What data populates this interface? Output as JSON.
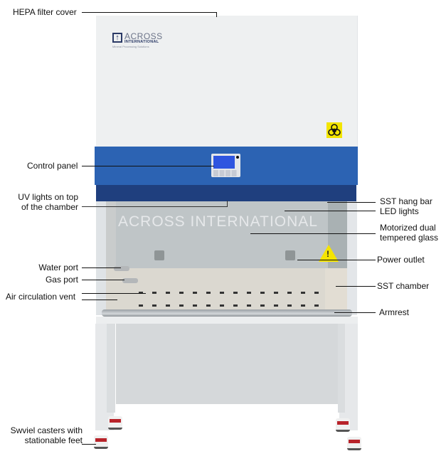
{
  "figure": {
    "type": "labeled product diagram",
    "subject": "Biological safety cabinet",
    "brand_logo": {
      "word": "ACROSS",
      "sub": "INTERNATIONAL",
      "tagline": "Mineral Processing Solutions"
    },
    "glass_watermark": "ACROSS INTERNATIONAL",
    "colors": {
      "hepa_cover": "#eef0f1",
      "blue_panel": "#2c63b3",
      "blue_panel_dark": "#1f3f7e",
      "control_screen": "#2f55e0",
      "biohazard_sticker": "#f3e500",
      "warning_sticker": "#f5e400",
      "caster_accent": "#b8232a",
      "leader_line": "#111111"
    }
  },
  "labels": {
    "left": [
      {
        "id": "hepa",
        "text": "HEPA filter cover"
      },
      {
        "id": "control",
        "text": "Control panel"
      },
      {
        "id": "uv",
        "text": "UV lights on top\nof the chamber"
      },
      {
        "id": "water",
        "text": "Water port"
      },
      {
        "id": "gas",
        "text": "Gas port"
      },
      {
        "id": "air",
        "text": "Air circulation vent"
      },
      {
        "id": "casters",
        "text": "Swviel casters with\nstationable feet"
      }
    ],
    "right": [
      {
        "id": "hangbar",
        "text": "SST hang bar"
      },
      {
        "id": "led",
        "text": "LED lights"
      },
      {
        "id": "glass",
        "text": "Motorized dual\ntempered glass"
      },
      {
        "id": "outlet",
        "text": "Power outlet"
      },
      {
        "id": "chamber",
        "text": "SST chamber"
      },
      {
        "id": "armrest",
        "text": "Armrest"
      }
    ]
  },
  "icons": {
    "biohazard": "biohazard-icon",
    "warning": "warning-triangle-icon",
    "logo_arrow": "up-arrow-icon",
    "warning_glyph": "!"
  }
}
